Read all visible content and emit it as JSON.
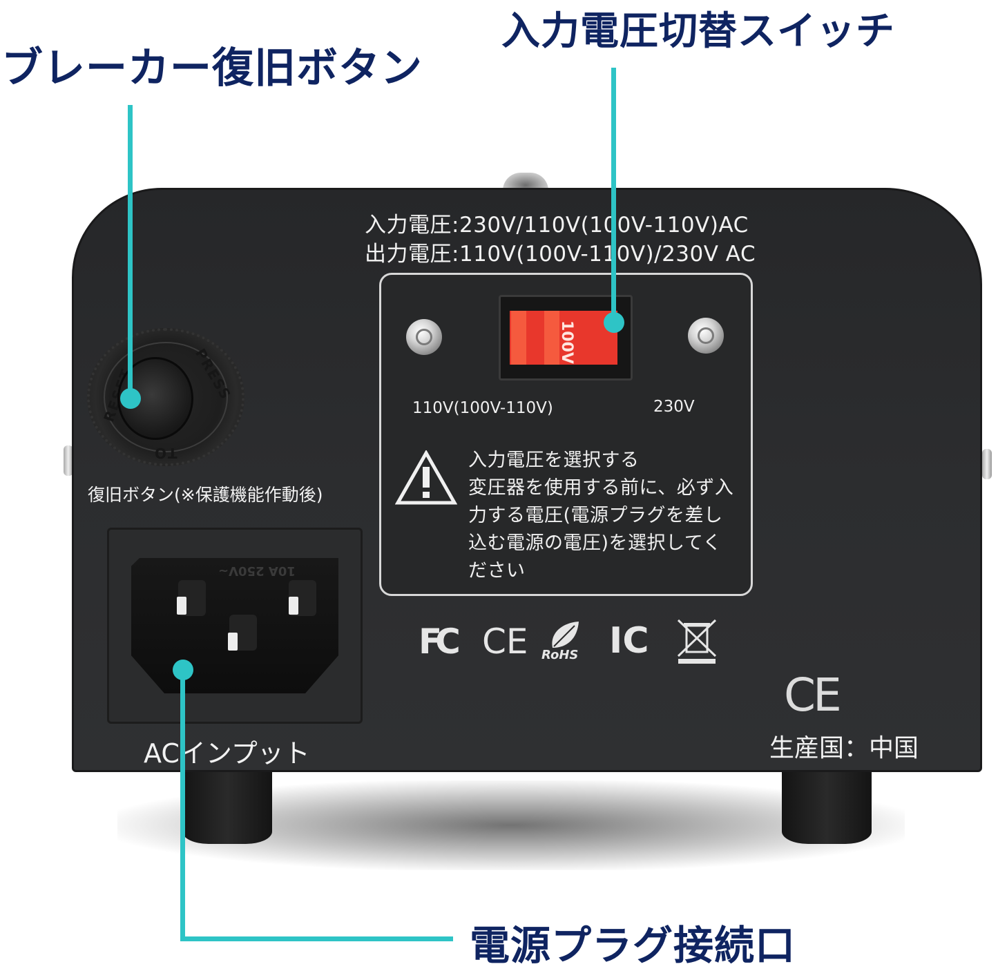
{
  "callouts": {
    "breaker_reset": "ブレーカー復旧ボタン",
    "voltage_switch": "入力電圧切替スイッチ",
    "power_plug_port": "電源プラグ接続口"
  },
  "specs": {
    "input_voltage": "入力電圧:230V/110V(100V-110V)AC",
    "output_voltage": "出力電圧:110V(100V-110V)/230V AC"
  },
  "switch": {
    "rocker_label": "100V",
    "left_position_label": "110V(100V-110V)",
    "right_position_label": "230V",
    "color": "#e8372c"
  },
  "warning": {
    "lines": [
      "入力電圧を選択する",
      "変圧器を使用する前に、必ず入",
      "力する電圧(電源プラグを差し",
      "込む電源の電圧)を選択してく",
      "ださい"
    ]
  },
  "certifications": [
    "FC",
    "CE",
    "RoHS",
    "IC",
    "WEEE"
  ],
  "breaker": {
    "ring_text_left": "RESET",
    "ring_text_right": "PRESS",
    "ring_text_bottom": "TO",
    "label": "復旧ボタン(※保護機能作動後)"
  },
  "inlet": {
    "rating": "10A 250V~",
    "label": "ACインプット"
  },
  "origin": {
    "ce_mark": "CE",
    "country": "生産国：中国"
  },
  "colors": {
    "callout_text": "#0f2461",
    "callout_line": "#2ec4c6",
    "device_body": "#2a2b2d"
  }
}
